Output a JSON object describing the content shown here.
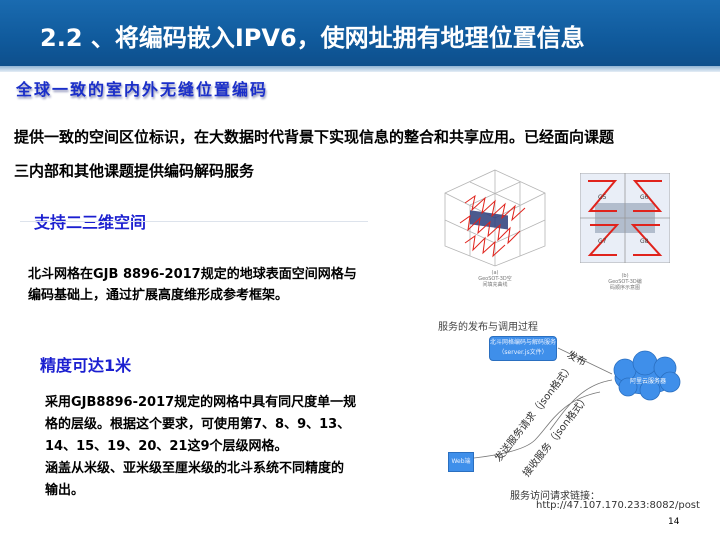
{
  "header": {
    "title": "2.2 、将编码嵌入IPV6，使网址拥有地理位置信息",
    "subtitle": "全球一致的室内外无缝位置编码"
  },
  "intro": {
    "text": "提供一致的空间区位标识，在大数据时代背景下实现信息的整合和共享应用。已经面向课题三内部和其他课题提供编码解码服务"
  },
  "section1": {
    "heading": "支持二三维空间",
    "body": "北斗网格在GJB 8896-2017规定的地球表面空间网格与编码基础上，通过扩展高度维形成参考框架。"
  },
  "section2": {
    "heading": "精度可达1米",
    "body_lines": [
      "采用GJB8896-2017规定的网格中具有同尺度单一规",
      "格的层级。根据这个要求，可使用第7、8、9、13、",
      "14、15、19、20、21这9个层级网格。",
      "涵盖从米级、亚米级至厘米级的北斗系统不同精度的",
      "输出。"
    ]
  },
  "figures": {
    "fig_3d": {
      "caption_lines": [
        "(a)",
        "GeoSOT-3D空",
        "间填充曲线"
      ]
    },
    "fig_2d": {
      "caption_lines": [
        "(b)",
        "GeoSOT-3D编",
        "码顺序示意图"
      ],
      "cell_labels": [
        "G5",
        "G6",
        "G7",
        "G8"
      ]
    }
  },
  "diagram": {
    "title": "服务的发布与调用过程",
    "service_box": "北斗网格编码与解码服务（server.js文件）",
    "publish_label": "发布",
    "cloud_label": "阿里云服务器",
    "request_label": "发送服务请求（json格式）",
    "receive_label": "接收服务（json格式）",
    "web_label": "Web端",
    "link_label": "服务访问请求链接：",
    "link_url": "http://47.107.170.233:8082/post"
  },
  "footer": {
    "page_number": "14"
  },
  "colors": {
    "header_blue": "#105a9c",
    "heading_blue": "#1b1fd0",
    "diagram_blue": "#3f8fea",
    "curve_red": "#e0231c"
  }
}
